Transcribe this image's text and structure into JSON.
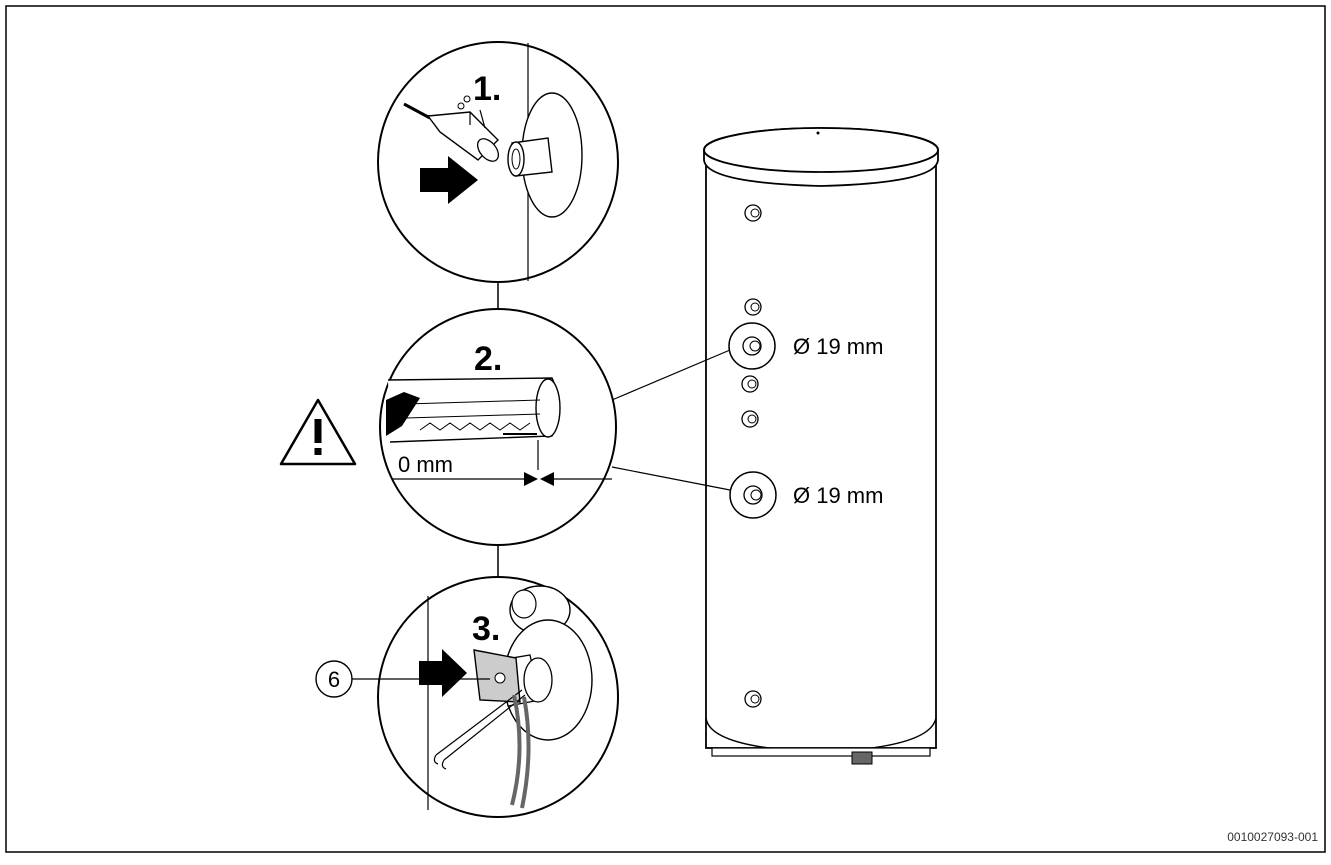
{
  "steps": [
    {
      "label": "1."
    },
    {
      "label": "2."
    },
    {
      "label": "3."
    }
  ],
  "dimensions": {
    "insertion_depth": "0 mm",
    "sensor_well_upper": "Ø 19 mm",
    "sensor_well_lower": "Ø 19 mm"
  },
  "callouts": {
    "clip": "6"
  },
  "icons": [
    "warning-icon",
    "arrow-icon"
  ],
  "figure_id": "0010027093-001"
}
